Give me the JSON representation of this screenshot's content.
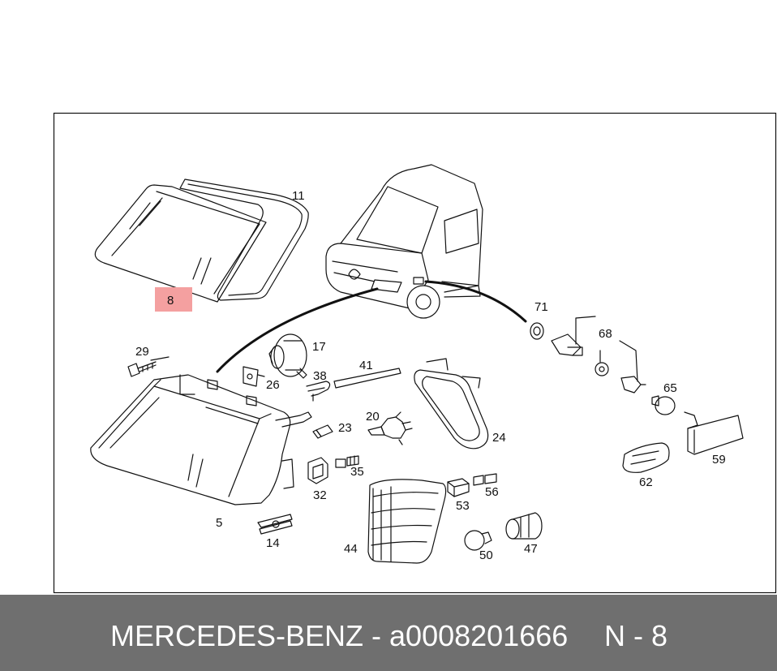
{
  "diagram": {
    "highlight_color": "#f4a0a0",
    "parts": [
      {
        "id": "11",
        "label": "11"
      },
      {
        "id": "8",
        "label": "8",
        "highlighted": true
      },
      {
        "id": "29",
        "label": "29"
      },
      {
        "id": "17",
        "label": "17"
      },
      {
        "id": "26",
        "label": "26"
      },
      {
        "id": "38",
        "label": "38"
      },
      {
        "id": "41",
        "label": "41"
      },
      {
        "id": "71",
        "label": "71"
      },
      {
        "id": "68",
        "label": "68"
      },
      {
        "id": "65",
        "label": "65"
      },
      {
        "id": "23",
        "label": "23"
      },
      {
        "id": "20",
        "label": "20"
      },
      {
        "id": "24",
        "label": "24"
      },
      {
        "id": "59",
        "label": "59"
      },
      {
        "id": "35",
        "label": "35"
      },
      {
        "id": "32",
        "label": "32"
      },
      {
        "id": "56",
        "label": "56"
      },
      {
        "id": "53",
        "label": "53"
      },
      {
        "id": "62",
        "label": "62"
      },
      {
        "id": "5",
        "label": "5"
      },
      {
        "id": "14",
        "label": "14"
      },
      {
        "id": "44",
        "label": "44"
      },
      {
        "id": "50",
        "label": "50"
      },
      {
        "id": "47",
        "label": "47"
      }
    ]
  },
  "footer": {
    "title": "MERCEDES-BENZ - a0008201666",
    "code": "N - 8"
  }
}
